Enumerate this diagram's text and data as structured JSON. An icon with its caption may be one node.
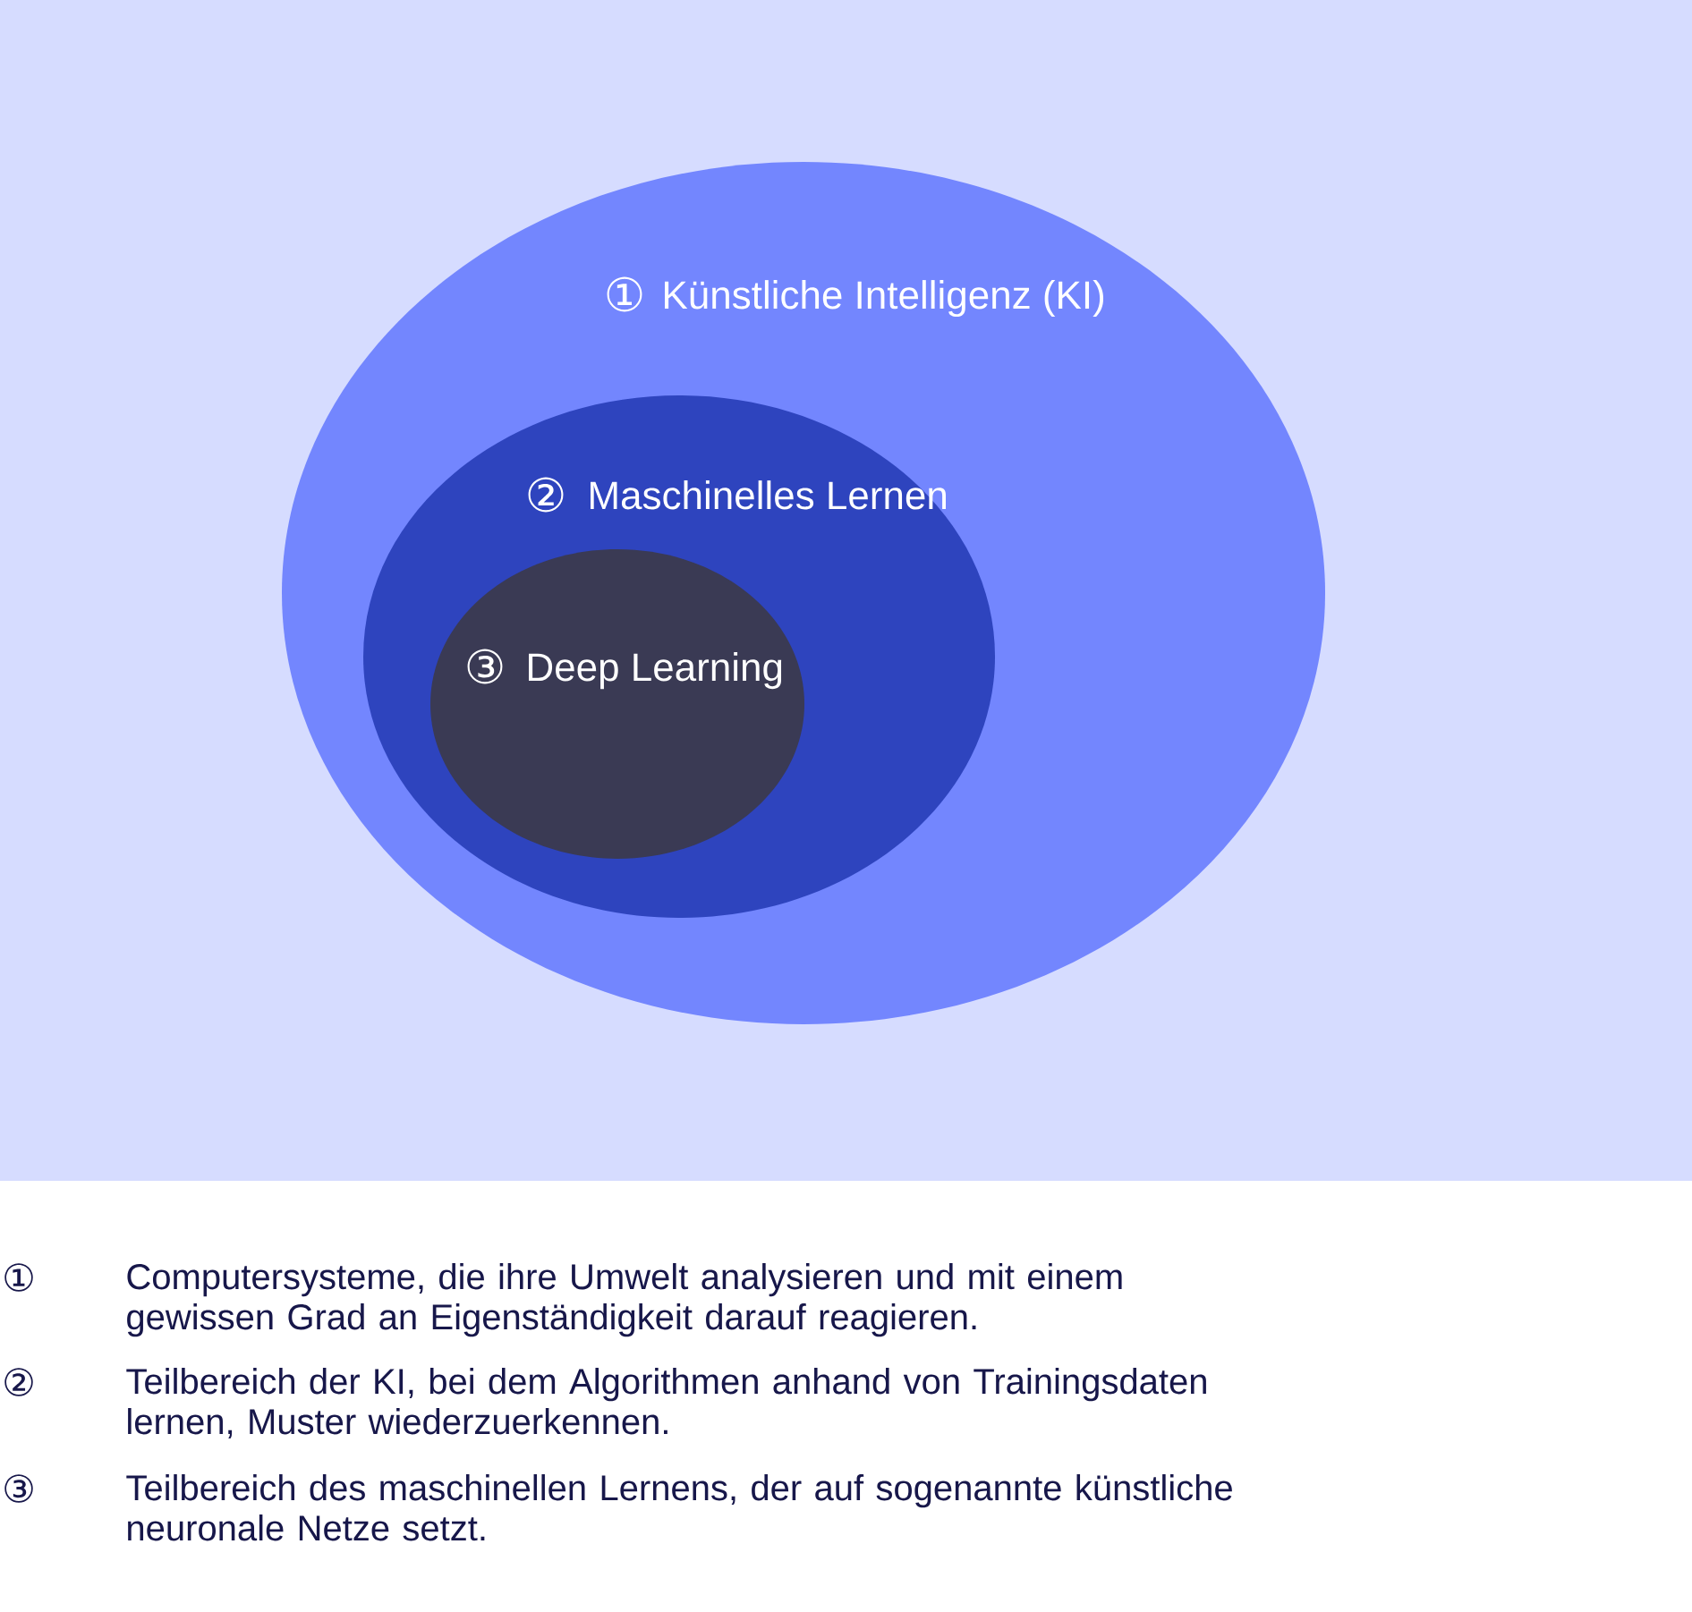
{
  "diagram": {
    "nodes": [
      {
        "text": [
          "①",
          "Künstliche Intelligenz (KI)"
        ]
      },
      {
        "text": [
          "②",
          "Maschinelles Lernen"
        ],
        "in": 0
      },
      {
        "text": [
          "③",
          "Deep Learning"
        ],
        "in": 1
      }
    ],
    "labels": [
      "①",
      "Computersysteme, die ihre Umwelt analysieren und mit einem gewissen Grad an Eigenständigkeit darauf reagieren.",
      "②",
      "Teilbereich der KI, bei dem Algorithmen anhand von Trainingsdaten lernen, Muster wiederzuerkennen.",
      "③",
      "Teilbereich des maschinellen Lernens, der auf sogenannte künstliche neuronale Netze setzt."
    ]
  }
}
